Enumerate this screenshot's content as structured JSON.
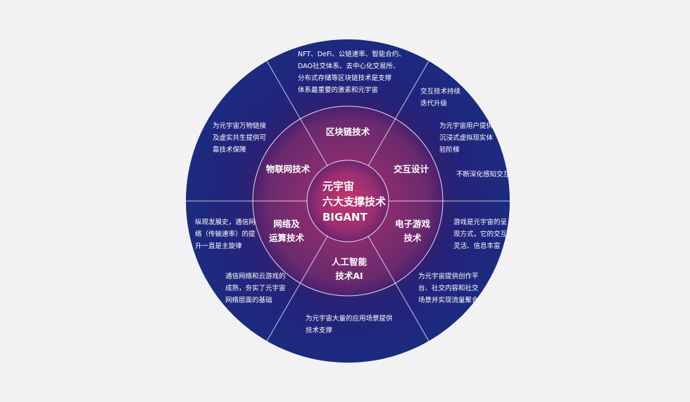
{
  "center": {
    "lines": [
      "元宇宙",
      "六大支撑技术",
      "BIGANT"
    ]
  },
  "segments": [
    {
      "name": "blockchain",
      "label_lines": [
        "区块链技术"
      ],
      "outer_lines": [
        "NFT、DeFi、公链速率、智能合约、",
        "DAO社交体系、去中心化交易所、",
        "分布式存储等区块链技术是支撑",
        "体系最重要的激素和元宇宙"
      ]
    },
    {
      "name": "interaction",
      "label_lines": [
        "交互设计"
      ],
      "outer_lines": [
        "交互技术持续",
        "迭代升级"
      ],
      "outer_lines_2": [
        "为元宇宙用户提供",
        "沉浸式虚拟现实体",
        "验阶梯"
      ],
      "outer_lines_3": [
        "不断深化感知交互"
      ]
    },
    {
      "name": "gaming",
      "label_lines": [
        "电子游戏",
        "技术"
      ],
      "outer_lines": [
        "游戏是元宇宙的呈",
        "现方式，它的交互",
        "灵活、信息丰富"
      ],
      "outer_lines_2": [
        "为元宇宙提供创作平",
        "台、社交内容和社交",
        "场景并实现流量聚合"
      ]
    },
    {
      "name": "ai",
      "label_lines": [
        "人工智能",
        "技术AI"
      ],
      "outer_lines": [
        "为元宇宙大量的应用场景提供",
        "技术支撑"
      ]
    },
    {
      "name": "network",
      "label_lines": [
        "网络及",
        "运算技术"
      ],
      "outer_lines": [
        "纵观发展史，通信网",
        "络（传输速率）的提",
        "升一直是主旋律"
      ],
      "outer_lines_2": [
        "通信网络和云游戏的",
        "成熟，夯实了元宇宙",
        "网络层面的基础"
      ]
    },
    {
      "name": "iot",
      "label_lines": [
        "物联网技术"
      ],
      "outer_lines": [
        "为元宇宙万物链接",
        "及虚实共生提供可",
        "靠技术保障"
      ]
    }
  ],
  "colors": {
    "background": "#f2f2f4",
    "outer_ring": "#1e2a7c",
    "outer_ring_inner": "#2b1f6e",
    "mid_ring": "#7a2a6e",
    "mid_ring_edge": "#4a1f6a",
    "core": "#b0306e",
    "core_edge": "#6a2470"
  }
}
